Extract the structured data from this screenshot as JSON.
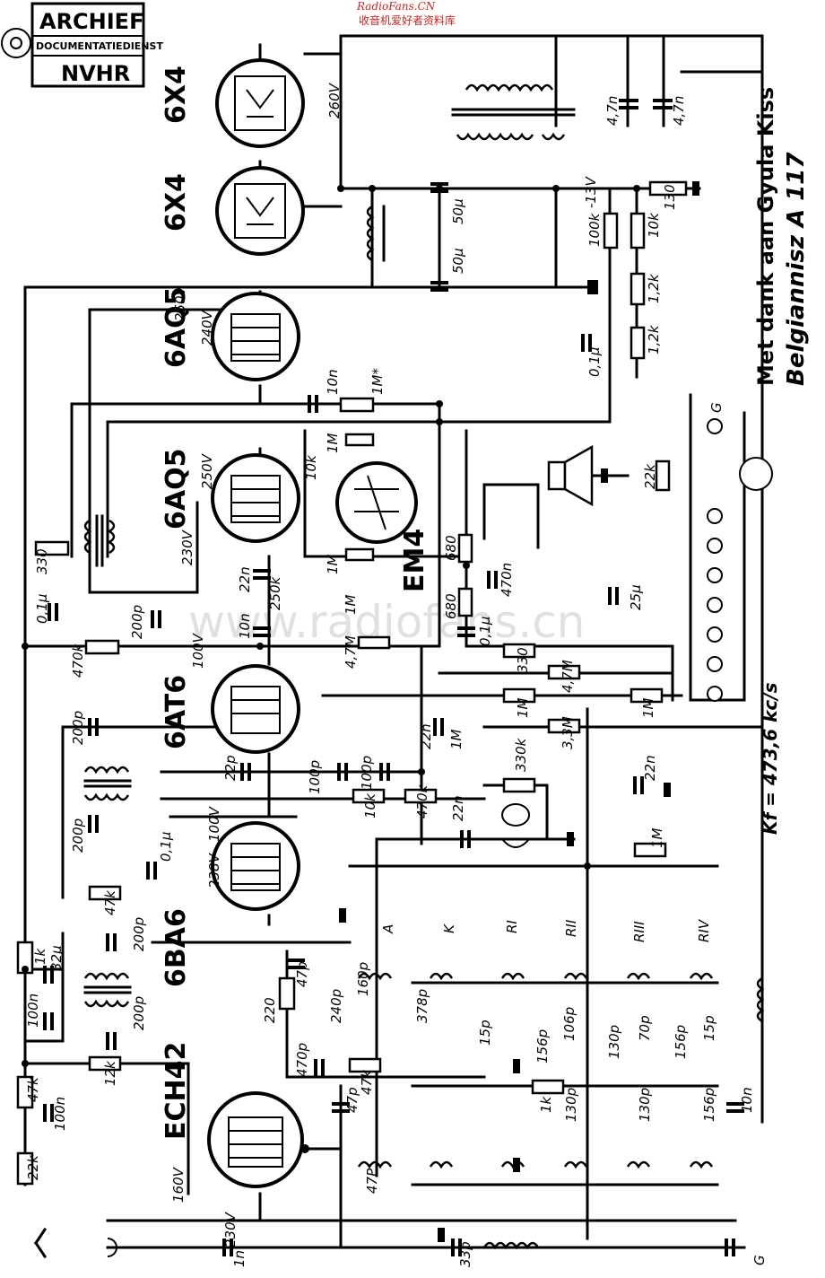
{
  "stamp": {
    "line1": "ARCHIEF",
    "line2": "DOCUMENTATIEDIENST",
    "line3": "NVHR"
  },
  "source": {
    "site": "RadioFans.CN",
    "site_cn": "收音机爱好者资料库",
    "watermark": "www.radiofans.cn"
  },
  "credits": {
    "thanks": "Met dank aan Gyula Kiss",
    "model": "Belgiannisz A 117",
    "if_freq": "Kf = 473,6 kc/s"
  },
  "tubes": {
    "rect1": "6X4",
    "rect2": "6X4",
    "out1": "6AQ5",
    "out2": "6AQ5",
    "eye": "EM4",
    "det": "6AT6",
    "ifamp": "6BA6",
    "mixer": "ECH42"
  },
  "voltages": {
    "v260": "260V",
    "v250a": "250V",
    "v240": "240V",
    "v250b": "250V",
    "v230": "230V",
    "v100a": "100V",
    "v100b": "100V",
    "v238": "238V",
    "v160": "160V",
    "v230b": "230V",
    "v13": "-13V"
  },
  "components": {
    "c47n_a": "4,7n",
    "c47n_b": "4,7n",
    "c50u_a": "50µ",
    "c50u_b": "50µ",
    "r130": "130",
    "r100k": "100k",
    "r10k_a": "10k",
    "r12k_a": "1,2k",
    "r12k_b": "1,2k",
    "c01u_a": "0,1µ",
    "c10n_a": "10n",
    "r1m_star": "1M*",
    "r1m_a": "1M",
    "r10k_b": "10k",
    "r1m_b": "1M",
    "r22k": "22k",
    "r680_a": "680",
    "r680_b": "680",
    "c25u": "25µ",
    "c470n": "470n",
    "c01u_b": "0,1µ",
    "r330_a": "330",
    "c01u_c": "0,1µ",
    "c22n_a": "22n",
    "r250k": "250k",
    "c10n_b": "10n",
    "c200p_a": "200p",
    "r470k_a": "470k",
    "r1m_c": "1M",
    "r47m_a": "4,7M",
    "r330_b": "330",
    "r47m_b": "4,7M",
    "r1m_d": "1M",
    "r1m_e": "1M",
    "r33m": "3,3M",
    "c200p_b": "200p",
    "c200p_c": "200p",
    "c22p": "22p",
    "c22n_b": "22n",
    "pot1m": "1M",
    "c100p_a": "100p",
    "c100p_b": "100p",
    "r10k_c": "10k",
    "r470k_b": "470k",
    "r330k": "330k",
    "c22n_c": "22n",
    "c22n_d": "22n",
    "c01u_d": "0,1µ",
    "r47k_a": "47k",
    "r1m_f": "1M",
    "r1k": "1k",
    "c32u": "32µ",
    "c100n_a": "100n",
    "c200p_d": "200p",
    "c200p_e": "200p",
    "c47p_a": "47p",
    "r220": "220",
    "c470p": "470p",
    "c240p": "240p",
    "c160p": "160p",
    "c378p": "378p",
    "c15p_a": "15p",
    "r47k_b": "47k",
    "r12k": "12k",
    "r47k_c": "47k",
    "c100n_b": "100n",
    "r22k_b": "22k",
    "c47p_b": "47p",
    "r1k_b": "1k",
    "c156p_a": "156p",
    "c106p": "106p",
    "c130p_a": "130p",
    "c70p": "70p",
    "c156p_b": "156p",
    "c15p_b": "15p",
    "c10n_c": "10n",
    "c47p_c": "47P",
    "c33p": "33p",
    "c1n": "1n",
    "c130p_b": "130p",
    "c130p_c": "130p",
    "c156p_c": "156p",
    "sw_a": "A",
    "sw_k": "K",
    "sw_r1": "RI",
    "sw_r2": "RII",
    "sw_r3": "RIII",
    "sw_r4": "RIV",
    "g_label": "G",
    "g_label2": "G"
  }
}
